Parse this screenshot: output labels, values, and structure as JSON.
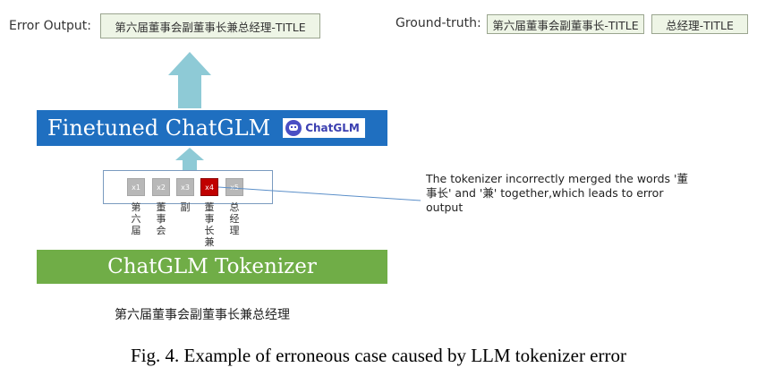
{
  "error_output": {
    "label": "Error Output:",
    "value": "第六届董事会副董事长兼总经理-TITLE"
  },
  "ground_truth": {
    "label": "Ground-truth:",
    "values": [
      "第六届董事会副董事长-TITLE",
      "总经理-TITLE"
    ]
  },
  "model": {
    "title": "Finetuned ChatGLM",
    "logo_text": "ChatGLM"
  },
  "tokens": [
    {
      "id": "x1",
      "chars": "第六届",
      "error": false
    },
    {
      "id": "x2",
      "chars": "董事会",
      "error": false
    },
    {
      "id": "x3",
      "chars": "副",
      "error": false
    },
    {
      "id": "x4",
      "chars": "董事长兼",
      "error": true
    },
    {
      "id": "x5",
      "chars": "总经理",
      "error": false
    }
  ],
  "annotation": {
    "lines": [
      "The tokenizer incorrectly merged the words '董",
      "事长' and '兼' together,which leads to error",
      "output"
    ]
  },
  "tokenizer": {
    "title": "ChatGLM Tokenizer"
  },
  "input_text": "第六届董事会副董事长兼总经理",
  "caption": "Fig. 4. Example of erroneous case caused by LLM tokenizer error",
  "colors": {
    "model_banner": "#1f6fc0",
    "tokenizer_banner": "#70ad47",
    "arrow": "#8ecad6",
    "error_token": "#c00000"
  }
}
